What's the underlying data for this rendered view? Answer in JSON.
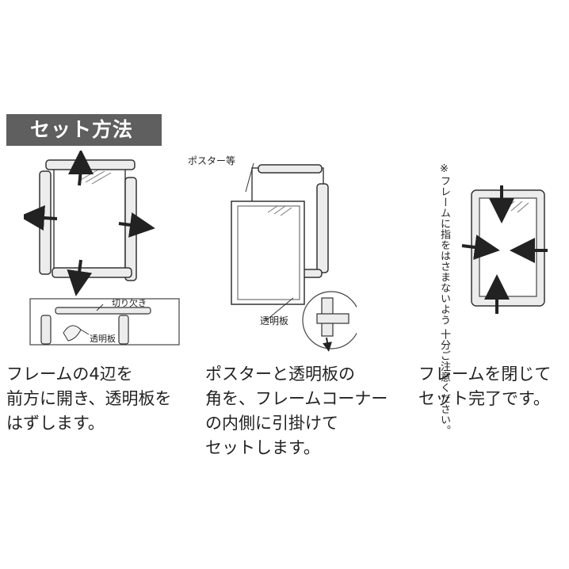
{
  "title": "セット方法",
  "steps": [
    {
      "text": "フレームの4辺を\n前方に開き、透明板を\nはずします。",
      "callouts": {
        "notch": "切り欠き",
        "panel": "透明板"
      }
    },
    {
      "text": "ポスターと透明板の\n角を、フレームコーナー\nの内側に引掛けて\nセットします。",
      "callouts": {
        "poster": "ポスター等",
        "panel": "透明板"
      }
    },
    {
      "text": "フレームを閉じて\nセット完了です。",
      "note": "※フレームに指をはさまないよう\n十分ご注意ください。"
    }
  ],
  "icons": [
    "arrow-up-icon",
    "arrow-down-icon",
    "arrow-left-icon",
    "arrow-right-icon"
  ]
}
